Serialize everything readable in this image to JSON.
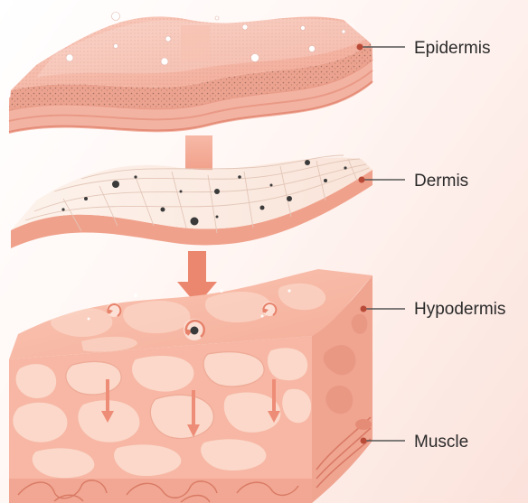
{
  "labels": {
    "epidermis": "Epidermis",
    "dermis": "Dermis",
    "hypodermis": "Hypodermis",
    "muscle": "Muscle"
  },
  "colors": {
    "background_light": "#ffffff",
    "background_pink": "#fbe2db",
    "skin_surface": "#f5b3a2",
    "skin_dark_edge": "#e9907c",
    "dermis_mesh": "#fbeee6",
    "hypodermis_fat": "#fad2c2",
    "arrow": "#ee8d77",
    "leader_line": "#555555"
  }
}
